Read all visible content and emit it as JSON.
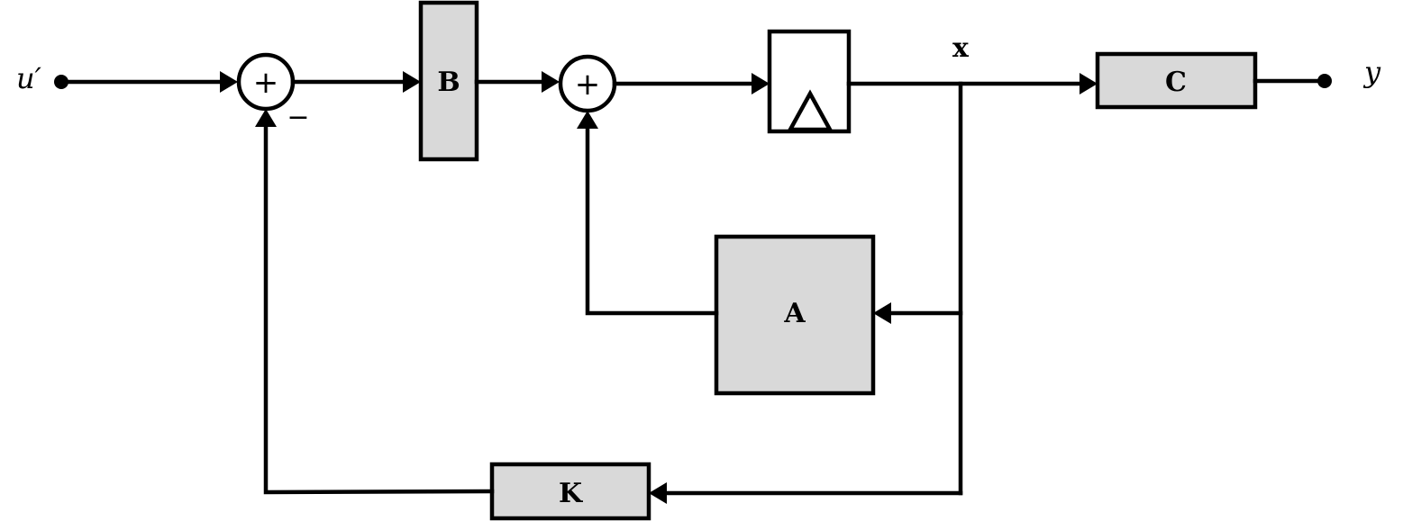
{
  "diagram": {
    "input_label": "u′",
    "output_label": "y",
    "state_label": "x",
    "blocks": {
      "b": "B",
      "c": "C",
      "a": "A",
      "k": "K"
    },
    "summing_junction_1": {
      "sign_top": "+",
      "sign_bottom": "−"
    },
    "summing_junction_2": {
      "sign_top": "+"
    }
  }
}
